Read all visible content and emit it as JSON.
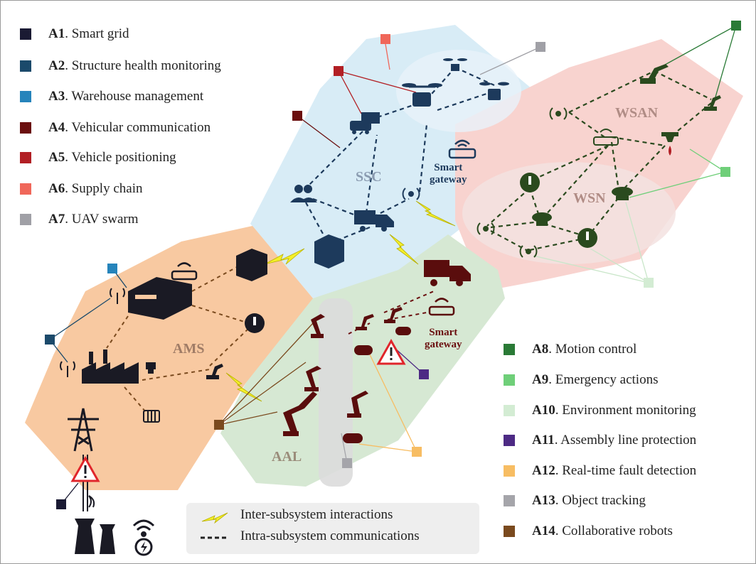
{
  "legend_left": [
    {
      "code": "A1",
      "label": ". Smart grid",
      "color": "#1a1a33"
    },
    {
      "code": "A2",
      "label": ". Structure health monitoring",
      "color": "#1b4a6b"
    },
    {
      "code": "A3",
      "label": ". Warehouse management",
      "color": "#2684bb"
    },
    {
      "code": "A4",
      "label": ". Vehicular communication",
      "color": "#6b0f0f"
    },
    {
      "code": "A5",
      "label": ". Vehicle positioning",
      "color": "#b21f24"
    },
    {
      "code": "A6",
      "label": ". Supply chain",
      "color": "#f0675a"
    },
    {
      "code": "A7",
      "label": ". UAV swarm",
      "color": "#a0a0a6"
    }
  ],
  "legend_right": [
    {
      "code": "A8",
      "label": ". Motion control",
      "color": "#2a7a36"
    },
    {
      "code": "A9",
      "label": ". Emergency actions",
      "color": "#6fcf79"
    },
    {
      "code": "A10",
      "label": ". Environment monitoring",
      "color": "#d3ecd3"
    },
    {
      "code": "A11",
      "label": ". Assembly line protection",
      "color": "#4d2a84"
    },
    {
      "code": "A12",
      "label": ". Real-time fault detection",
      "color": "#f7bd63"
    },
    {
      "code": "A13",
      "label": ". Object tracking",
      "color": "#a5a5aa"
    },
    {
      "code": "A14",
      "label": ". Collaborative robots",
      "color": "#7a4a1e"
    }
  ],
  "zones": {
    "ssc": {
      "label": "SSC",
      "color": "#d8ecf6",
      "text_color": "#8a9bb0"
    },
    "wsan": {
      "label": "WSAN",
      "color": "#f8d3cf",
      "text_color": "#b08c85"
    },
    "wsn": {
      "label": "WSN",
      "color": "#f3e2e0",
      "text_color": "#b08c85"
    },
    "ams": {
      "label": "AMS",
      "color": "#f8c9a1",
      "text_color": "#a07c66"
    },
    "aal": {
      "label": "AAL",
      "color": "#d6e8d3",
      "text_color": "#9a8c7a"
    }
  },
  "gateways": {
    "ssc": {
      "line1": "Smart",
      "line2": "gateway",
      "color": "#1d3a5c"
    },
    "aal": {
      "line1": "Smart",
      "line2": "gateway",
      "color": "#6b1010"
    }
  },
  "key": {
    "inter": "Inter-subsystem interactions",
    "intra": "Intra-subsystem communications"
  }
}
